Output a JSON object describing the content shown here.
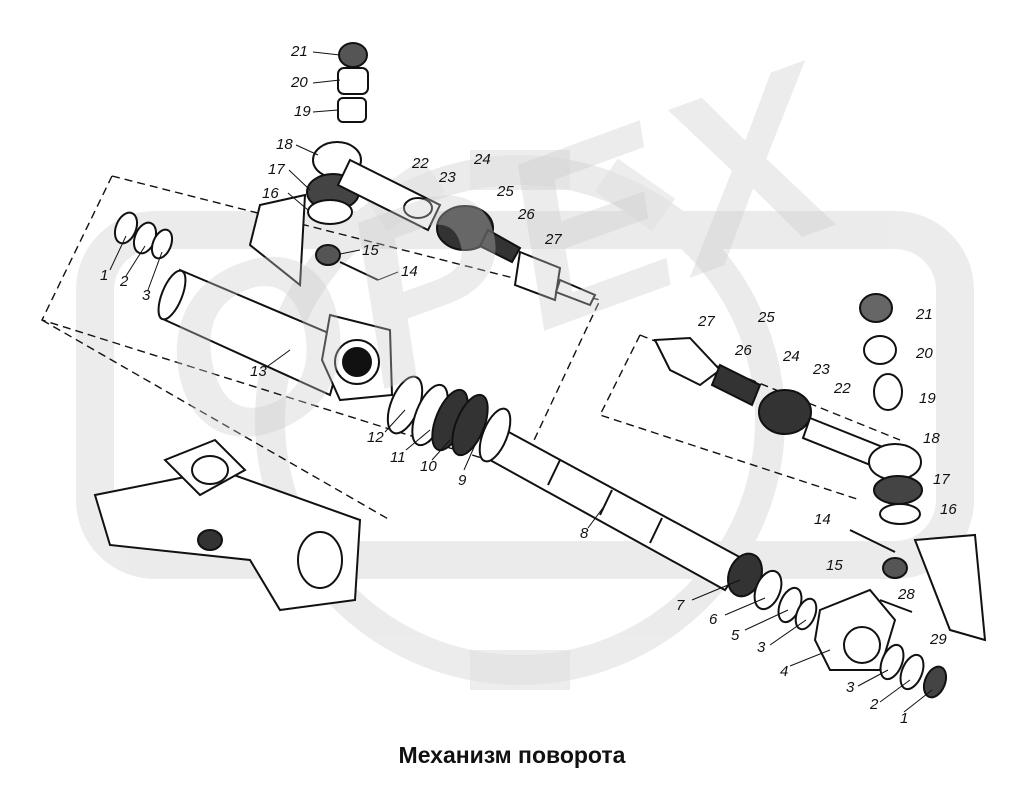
{
  "caption": "Механизм поворота",
  "watermark_text": "OPEX",
  "colors": {
    "ink": "#111111",
    "watermark": "#d6d6d6",
    "background": "#ffffff"
  },
  "callouts": {
    "left_tie_rod": [
      "21",
      "20",
      "19",
      "18",
      "17",
      "16",
      "15",
      "14",
      "22",
      "23",
      "24",
      "25",
      "26",
      "27"
    ],
    "left_cylinder": [
      "1",
      "2",
      "3",
      "13",
      "12",
      "11",
      "10",
      "9",
      "8"
    ],
    "right_tie_rod": [
      "27",
      "25",
      "26",
      "24",
      "23",
      "22",
      "21",
      "20",
      "19",
      "18",
      "17",
      "16",
      "14",
      "15"
    ],
    "right_end": [
      "7",
      "6",
      "5",
      "3",
      "4",
      "3",
      "2",
      "1",
      "28",
      "29"
    ]
  }
}
